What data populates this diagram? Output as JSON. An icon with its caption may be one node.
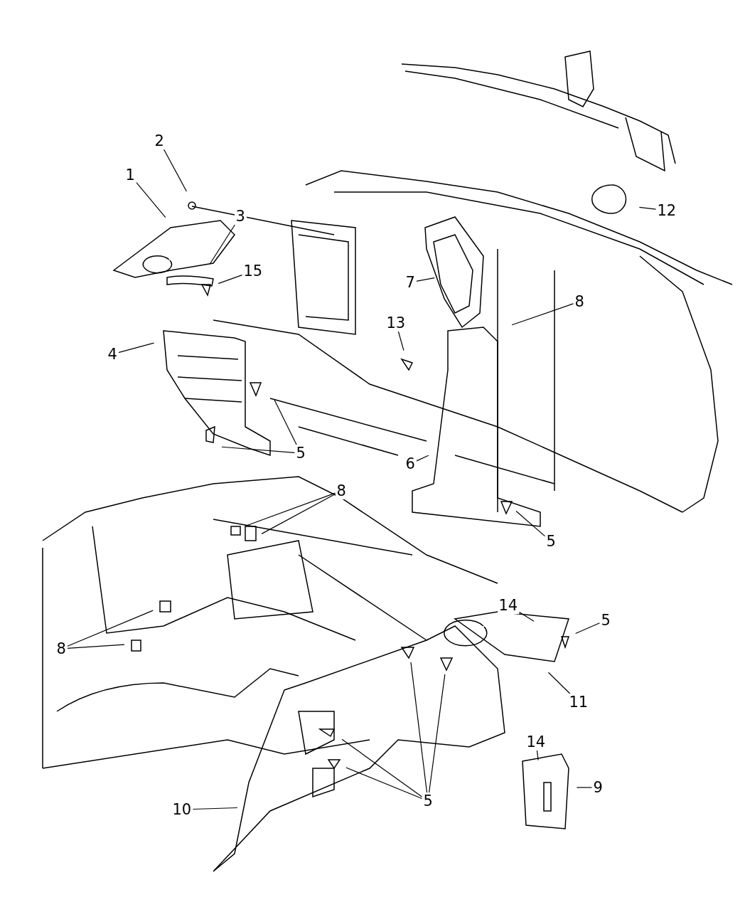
{
  "diagram": {
    "nodes": [
      {
        "text": [
          "2"
        ]
      },
      {
        "text": [
          "1"
        ]
      },
      {
        "text": [
          "3"
        ]
      },
      {
        "text": [
          "15"
        ]
      },
      {
        "text": [
          "12"
        ]
      },
      {
        "text": [
          "7"
        ]
      },
      {
        "text": [
          "8"
        ]
      },
      {
        "text": [
          "13"
        ]
      },
      {
        "text": [
          "4"
        ]
      },
      {
        "text": [
          "5"
        ]
      },
      {
        "text": [
          "6"
        ]
      },
      {
        "text": [
          "8"
        ]
      },
      {
        "text": [
          "5"
        ]
      },
      {
        "text": [
          "14"
        ]
      },
      {
        "text": [
          "5"
        ]
      },
      {
        "text": [
          "8"
        ]
      },
      {
        "text": [
          "11"
        ]
      },
      {
        "text": [
          "14"
        ]
      },
      {
        "text": [
          "9"
        ]
      },
      {
        "text": [
          "10"
        ]
      },
      {
        "text": [
          "5"
        ]
      }
    ],
    "edges": [
      {
        "from": 0,
        "to": null,
        "arrow": "none"
      },
      {
        "from": 1,
        "to": null,
        "arrow": "none"
      },
      {
        "from": 2,
        "to": null,
        "arrow": "none"
      },
      {
        "from": 3,
        "to": null,
        "arrow": "none"
      },
      {
        "from": 4,
        "to": null,
        "arrow": "none"
      },
      {
        "from": 5,
        "to": null,
        "arrow": "none"
      },
      {
        "from": 6,
        "to": null,
        "arrow": "none"
      },
      {
        "from": 7,
        "to": null,
        "arrow": "none"
      },
      {
        "from": 8,
        "to": null,
        "arrow": "none"
      },
      {
        "from": 9,
        "to": null,
        "arrow": "none"
      },
      {
        "from": 9,
        "to": null,
        "arrow": "none"
      },
      {
        "from": 10,
        "to": null,
        "arrow": "none"
      },
      {
        "from": 11,
        "to": null,
        "arrow": "none"
      },
      {
        "from": 11,
        "to": null,
        "arrow": "none"
      },
      {
        "from": 12,
        "to": null,
        "arrow": "none"
      },
      {
        "from": 13,
        "to": null,
        "arrow": "none"
      },
      {
        "from": 14,
        "to": null,
        "arrow": "none"
      },
      {
        "from": 15,
        "to": null,
        "arrow": "none"
      },
      {
        "from": 15,
        "to": null,
        "arrow": "none"
      },
      {
        "from": 16,
        "to": null,
        "arrow": "none"
      },
      {
        "from": 17,
        "to": null,
        "arrow": "none"
      },
      {
        "from": 18,
        "to": null,
        "arrow": "none"
      },
      {
        "from": 19,
        "to": null,
        "arrow": "none"
      },
      {
        "from": 20,
        "to": null,
        "arrow": "none"
      },
      {
        "from": 20,
        "to": null,
        "arrow": "none"
      },
      {
        "from": 20,
        "to": null,
        "arrow": "none"
      },
      {
        "from": 20,
        "to": null,
        "arrow": "none"
      }
    ]
  }
}
